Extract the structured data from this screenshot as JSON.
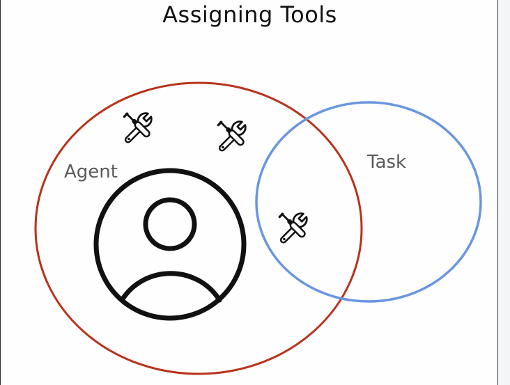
{
  "title": "Assigning Tools",
  "sets": {
    "agent": {
      "label": "Agent",
      "color": "#b8321b"
    },
    "task": {
      "label": "Task",
      "color": "#6b96de"
    }
  },
  "icons": {
    "person": "person-icon",
    "tool": "wrench-screwdriver-icon"
  },
  "tool_count": 3
}
